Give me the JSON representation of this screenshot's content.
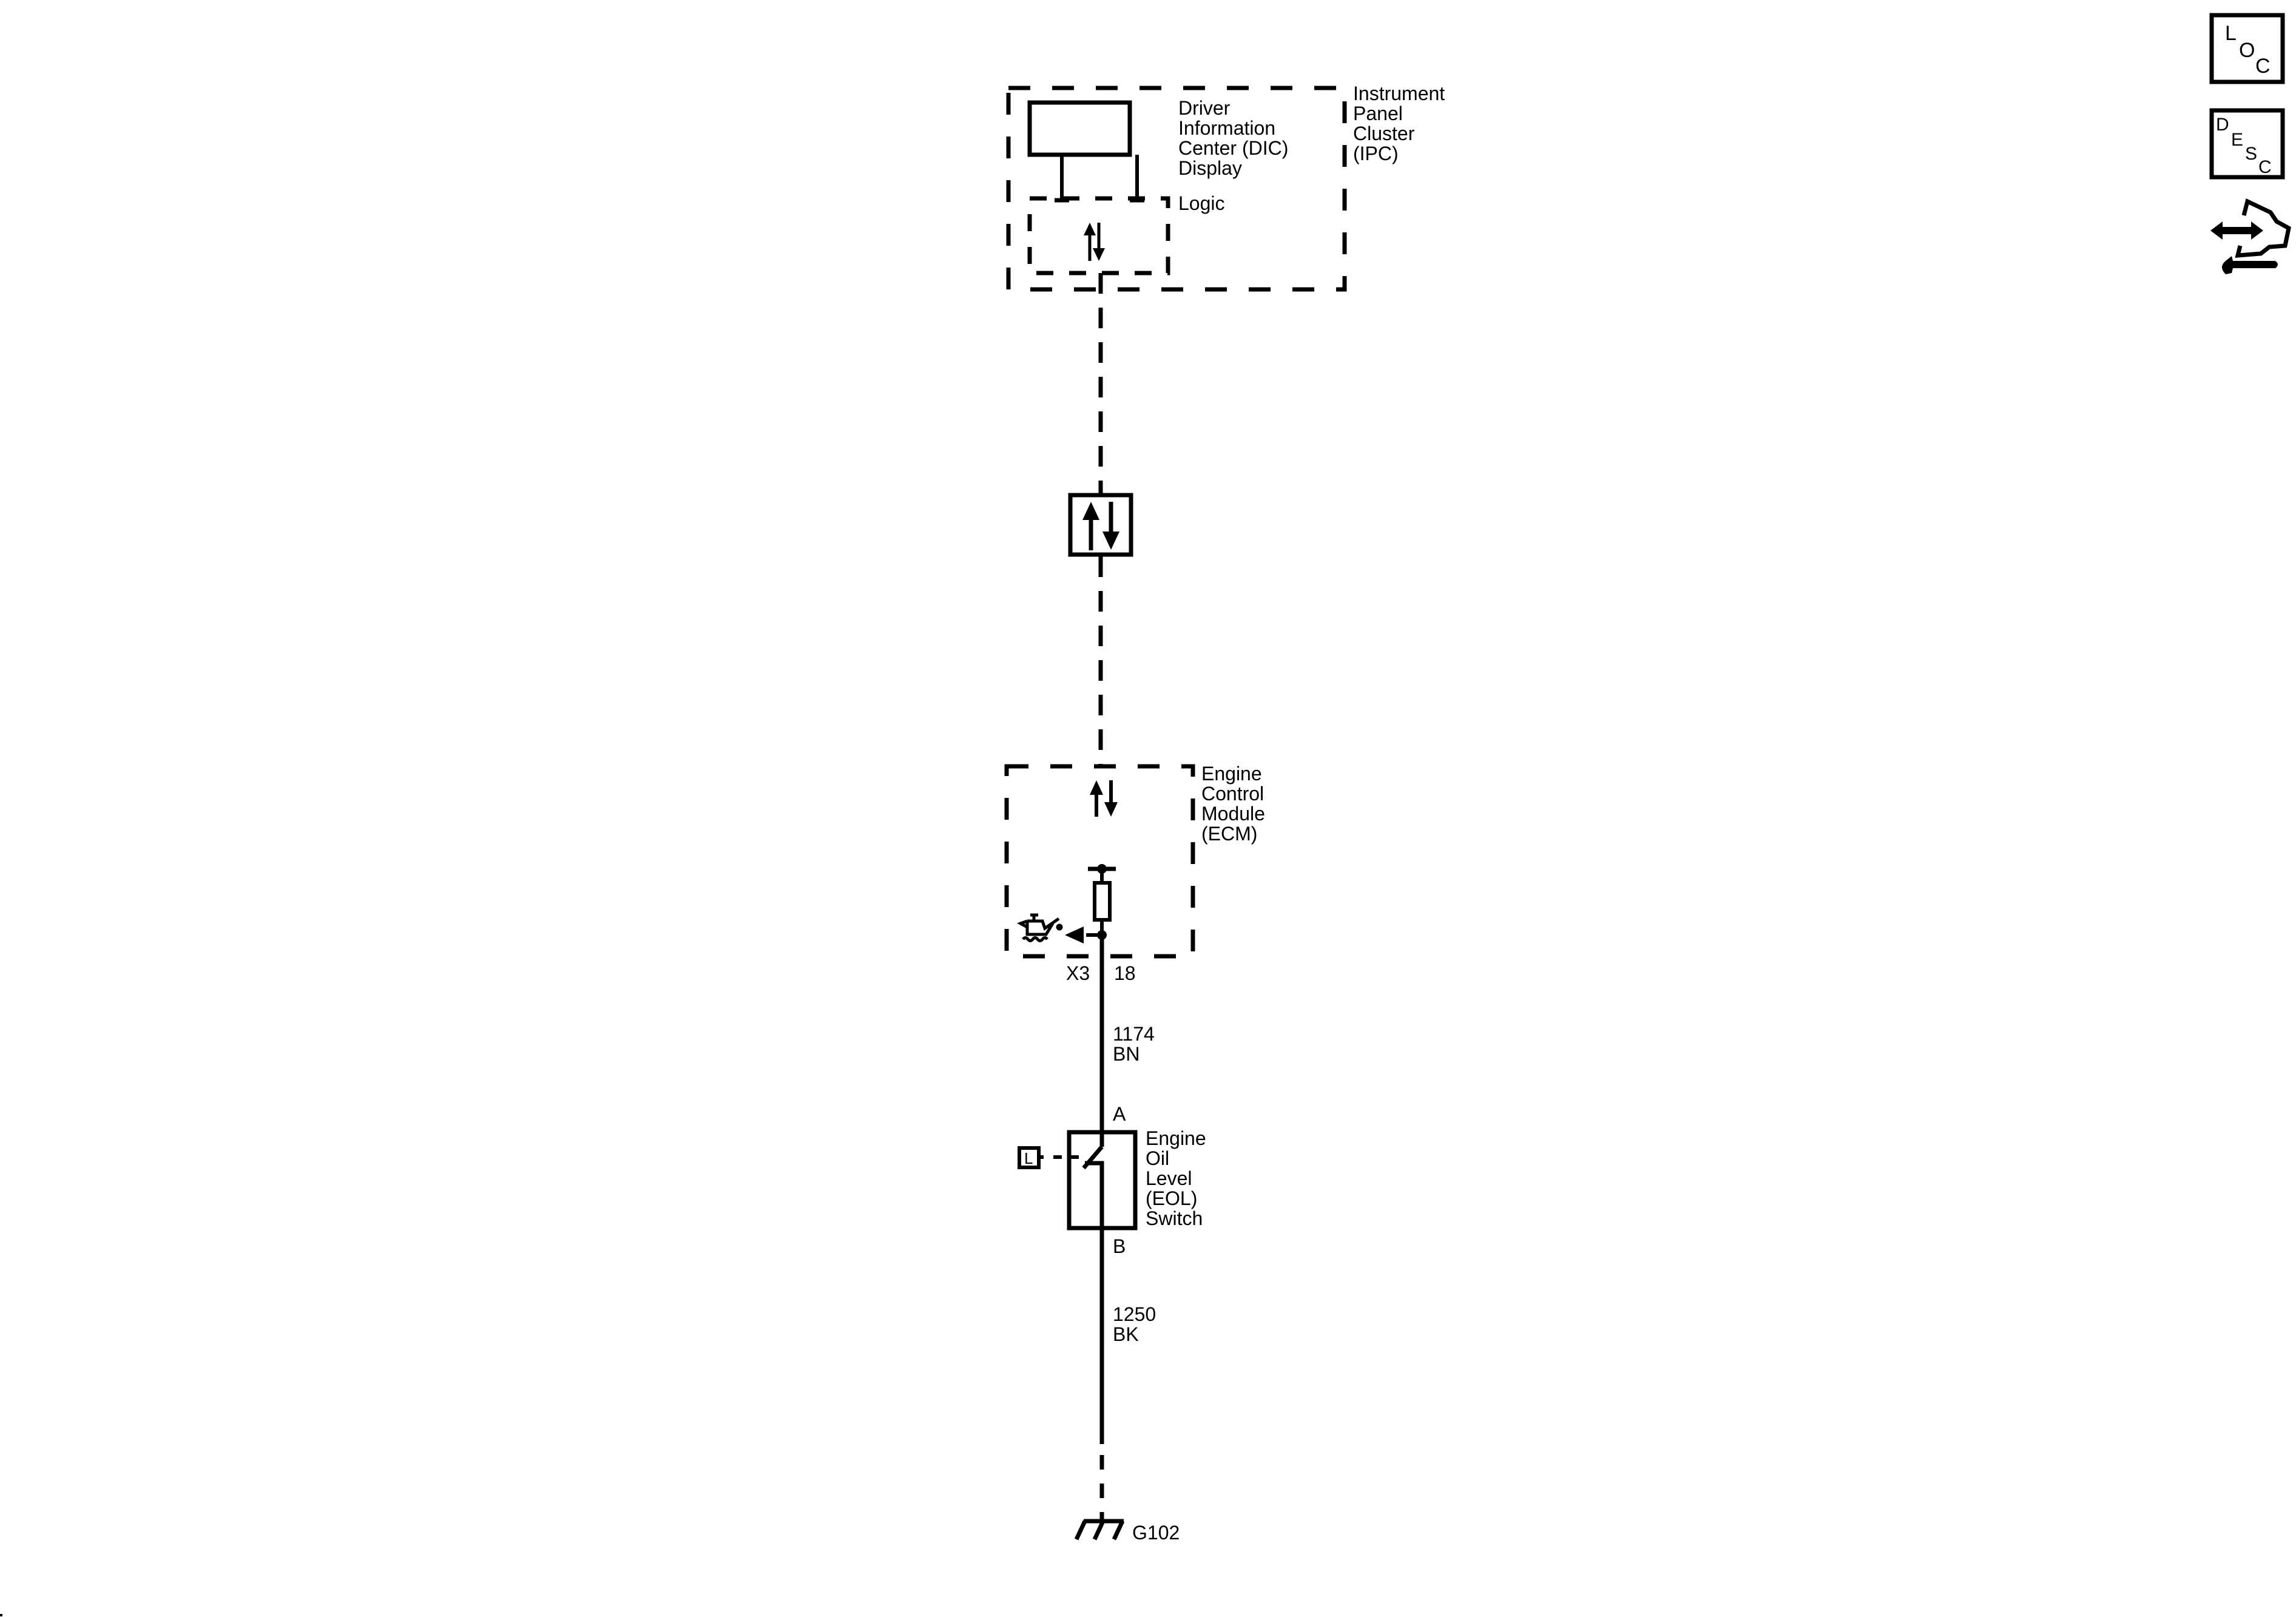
{
  "components": {
    "ipc": {
      "lines": [
        "Instrument",
        "Panel",
        "Cluster",
        "(IPC)"
      ]
    },
    "dic": {
      "lines": [
        "Driver",
        "Information",
        "Center (DIC)",
        "Display"
      ]
    },
    "logic": {
      "label": "Logic"
    },
    "ecm": {
      "lines": [
        "Engine",
        "Control",
        "Module",
        "(ECM)"
      ]
    },
    "eol_switch": {
      "lines": [
        "Engine",
        "Oil",
        "Level",
        "(EOL)",
        "Switch"
      ],
      "pin_top": "A",
      "pin_bottom": "B",
      "location_tag": "L"
    }
  },
  "connector": {
    "name": "X3",
    "pin": "18"
  },
  "wires": [
    {
      "circuit": "1174",
      "color": "BN"
    },
    {
      "circuit": "1250",
      "color": "BK"
    }
  ],
  "ground": {
    "label": "G102"
  },
  "side_icons": {
    "loc": {
      "letters": [
        "L",
        "O",
        "C"
      ]
    },
    "desc": {
      "letters": [
        "D",
        "E",
        "S",
        "C"
      ]
    },
    "diagnostic": {
      "name": "connector-repair-icon"
    }
  },
  "colors": {
    "ink": "#000000",
    "background": "#ffffff"
  }
}
